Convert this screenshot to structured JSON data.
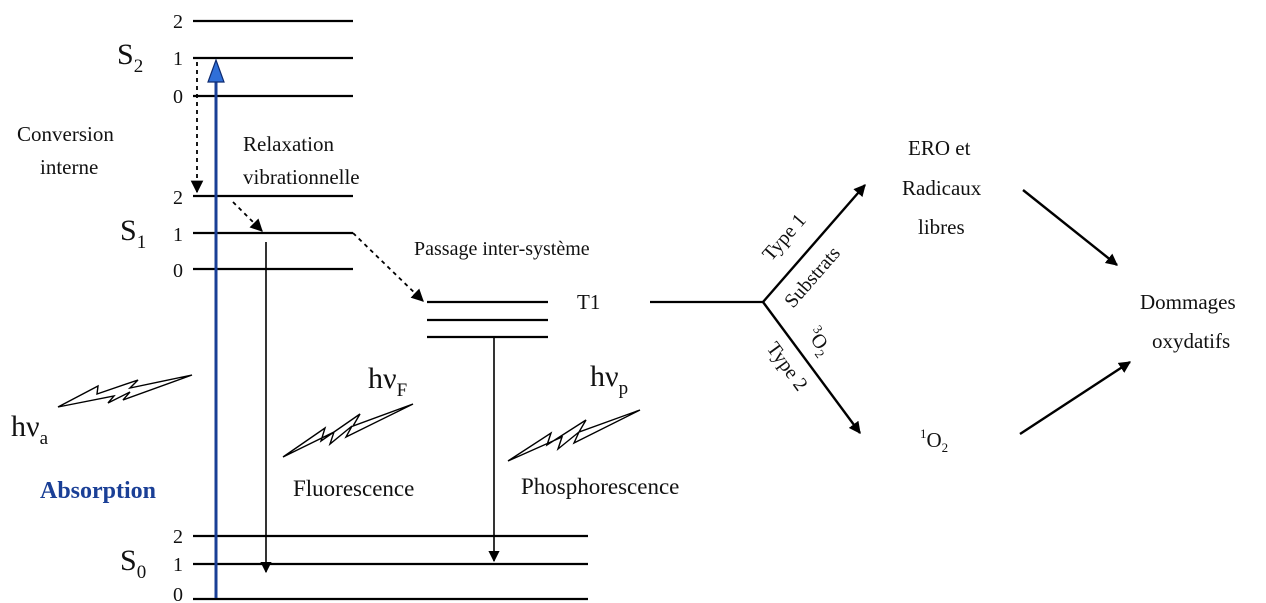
{
  "levels": {
    "S2": {
      "name": "S",
      "sub": "2",
      "v2": "2",
      "v1": "1",
      "v0": "0"
    },
    "S1": {
      "name": "S",
      "sub": "1",
      "v2": "2",
      "v1": "1",
      "v0": "0"
    },
    "S0": {
      "name": "S",
      "sub": "0",
      "v2": "2",
      "v1": "1",
      "v0": "0"
    },
    "T1": "T1"
  },
  "labels": {
    "conversion_line1": "Conversion",
    "conversion_line2": "interne",
    "relaxation_line1": "Relaxation",
    "relaxation_line2": "vibrationnelle",
    "isc": "Passage inter-système",
    "absorption": "Absorption",
    "fluorescence": "Fluorescence",
    "phosphorescence": "Phosphorescence",
    "hv_main": "hν",
    "hv_a_sub": "a",
    "hv_f_sub": "F",
    "hv_p_sub": "p"
  },
  "pathways": {
    "type1": "Type 1",
    "substrats": "Substrats",
    "type2": "Type 2",
    "o2_super": "3",
    "o2_main": "O",
    "o2_sub": "2",
    "ero_line1": "ERO et",
    "ero_line2": "Radicaux",
    "ero_line3": "libres",
    "singlet_super": "1",
    "singlet_main": "O",
    "singlet_sub": "2",
    "dommages_line1": "Dommages",
    "dommages_line2": "oxydatifs"
  },
  "colors": {
    "absorption": "#1a3f96",
    "absorption_arrowhead": "#2f6fd8"
  }
}
